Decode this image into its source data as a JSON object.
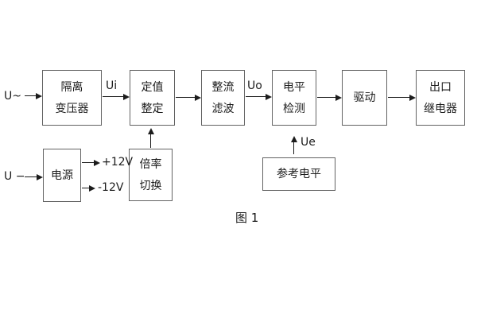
{
  "figure": {
    "caption": "图 1",
    "background_color": "#ffffff",
    "box_border_color": "#636363",
    "line_color": "#1c1c1c",
    "text_color": "#1c1c1c"
  },
  "blocks": {
    "isolation_transformer": {
      "line1": "隔离",
      "line2": "变压器"
    },
    "setting_adjust": {
      "line1": "定值",
      "line2": "整定"
    },
    "rectifier_filter": {
      "line1": "整流",
      "line2": "滤波"
    },
    "level_detect": {
      "line1": "电平",
      "line2": "检测"
    },
    "driver": {
      "line1": "驱动",
      "line2": ""
    },
    "output_relay": {
      "line1": "出口",
      "line2": "继电器"
    },
    "power_supply": {
      "line1": "电源",
      "line2": ""
    },
    "ratio_switch": {
      "line1": "倍率",
      "line2": "切换"
    },
    "reference_level": {
      "line1": "参考电平",
      "line2": ""
    }
  },
  "signals": {
    "ac_input": "U~",
    "dc_input": "U −",
    "ui": "Ui",
    "uo": "Uo",
    "ue": "Ue",
    "plus_12v": "+12V",
    "minus_12v": "-12V"
  }
}
